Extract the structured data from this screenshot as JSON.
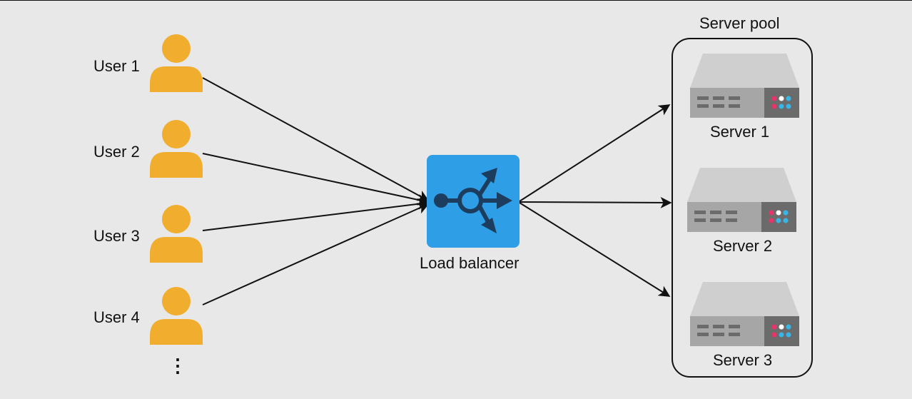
{
  "users": [
    {
      "label": "User 1",
      "icon": "user-icon"
    },
    {
      "label": "User 2",
      "icon": "user-icon"
    },
    {
      "label": "User 3",
      "icon": "user-icon"
    },
    {
      "label": "User 4",
      "icon": "user-icon"
    }
  ],
  "more_users_marker": "⋮",
  "load_balancer": {
    "label": "Load balancer",
    "icon": "load-balancer-icon"
  },
  "server_pool": {
    "title": "Server pool",
    "servers": [
      {
        "label": "Server 1",
        "icon": "server-icon"
      },
      {
        "label": "Server 2",
        "icon": "server-icon"
      },
      {
        "label": "Server 3",
        "icon": "server-icon"
      }
    ]
  },
  "colors": {
    "background": "#e8e8e8",
    "user": "#f0ad2e",
    "load_balancer": "#2e9ee6",
    "load_balancer_glyph": "#1d3d5e",
    "server_top": "#cfcfcf",
    "server_front": "#a6a6a6",
    "server_panel": "#6b6b6b",
    "led_pink": "#e8336b",
    "led_blue": "#38b6e8",
    "led_white": "#ffffff",
    "edge": "#111111"
  }
}
